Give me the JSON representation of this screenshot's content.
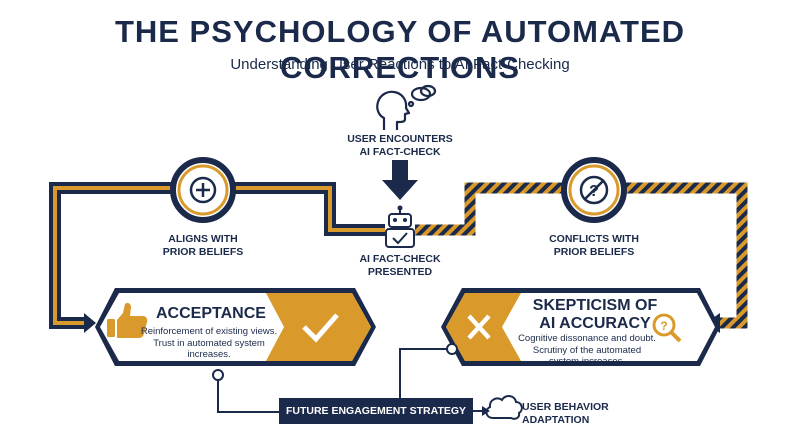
{
  "header": {
    "title": "THE PSYCHOLOGY OF AUTOMATED CORRECTIONS",
    "subtitle": "Understanding User Reactions to AI Fact-Checking"
  },
  "nodes": {
    "start": "USER ENCOUNTERS\nAI FACT-CHECK",
    "presented": "AI FACT-CHECK\nPRESENTED",
    "aligns": "ALIGNS WITH\nPRIOR BELIEFS",
    "conflicts": "CONFLICTS WITH\nPRIOR BELIEFS",
    "adaptation": "USER BEHAVIOR\nADAPTATION"
  },
  "acceptance": {
    "title": "ACCEPTANCE",
    "desc": "Reinforcement of existing views.\nTrust in automated system\nincreases."
  },
  "skepticism": {
    "title": "SKEPTICISM OF\nAI ACCURACY",
    "desc": "Cognitive dissonance and doubt.\nScrutiny of the automated\nsystem increases."
  },
  "strategy": {
    "label": "FUTURE ENGAGEMENT STRATEGY"
  },
  "colors": {
    "navy": "#1b2a4a",
    "gold": "#d99a2b"
  },
  "icons": [
    "head-thought-icon",
    "robot-icon",
    "plus-icon",
    "question-icon",
    "thumbs-up-icon",
    "checkmark-icon",
    "x-icon",
    "magnifier-question-icon",
    "cloud-icon"
  ]
}
